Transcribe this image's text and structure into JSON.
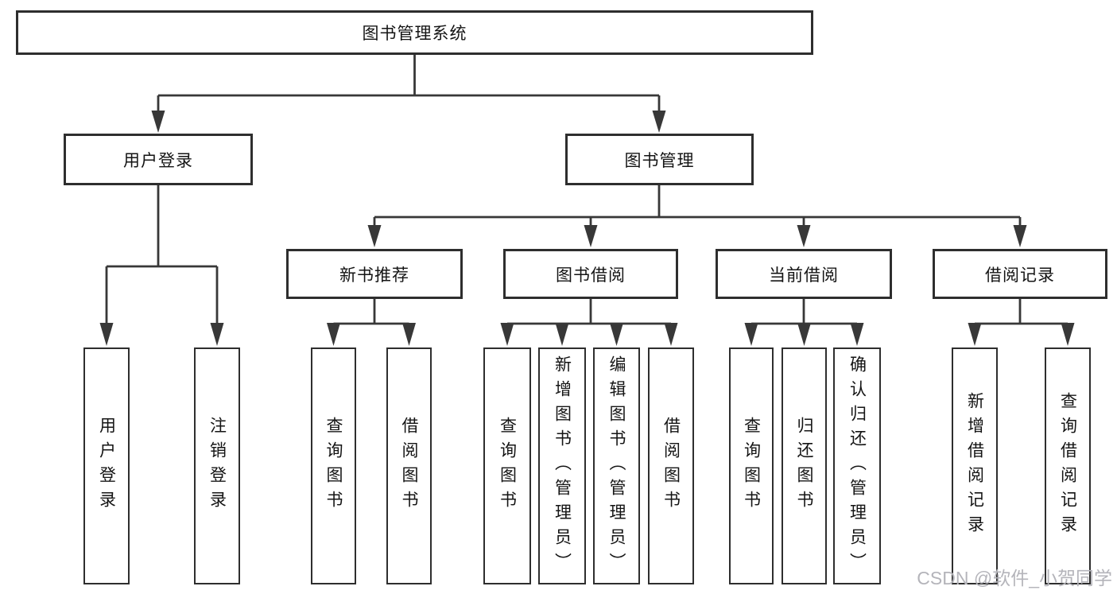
{
  "title": "图书管理系统",
  "watermark": "CSDN @软件_小贺同学",
  "colors": {
    "line": "#383838",
    "box_border": "#2e2e2e",
    "text": "#141414",
    "watermark": "#b4b4ba",
    "background": "#ffffff"
  },
  "nodes": {
    "user_login": "用户登录",
    "book_mgmt": "图书管理",
    "new_book": "新书推荐",
    "borrow": "图书借阅",
    "current": "当前借阅",
    "records": "借阅记录"
  },
  "leaves": {
    "login": [
      "用户登录",
      "注销登录"
    ],
    "new_book": [
      "查询图书",
      "借阅图书"
    ],
    "borrow": [
      "查询图书",
      "新增图书（管理员）",
      "编辑图书（管理员）",
      "借阅图书"
    ],
    "current": [
      "查询图书",
      "归还图书",
      "确认归还（管理员）"
    ],
    "records": [
      "新增借阅记录",
      "查询借阅记录"
    ]
  }
}
